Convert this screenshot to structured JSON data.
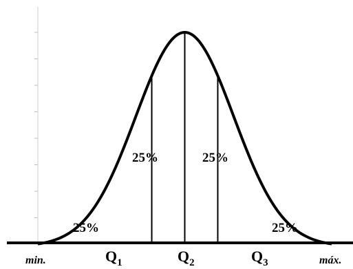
{
  "chart_data": {
    "type": "area",
    "title": "",
    "xlabel": "",
    "ylabel": "",
    "distribution": "normal",
    "x_labels": {
      "min": "min.",
      "q1": "Q",
      "q1_sub": "1",
      "q2": "Q",
      "q2_sub": "2",
      "q3": "Q",
      "q3_sub": "3",
      "max": "máx."
    },
    "x": [
      -3.0,
      -0.674,
      0.0,
      0.674,
      3.0
    ],
    "regions": [
      {
        "label": "25%",
        "value": 25
      },
      {
        "label": "25%",
        "value": 25
      },
      {
        "label": "25%",
        "value": 25
      },
      {
        "label": "25%",
        "value": 25
      }
    ],
    "xlim": [
      -3.0,
      3.0
    ],
    "grid": false,
    "colors": {
      "curve": "#000000",
      "axis": "#000000",
      "ticks": "#bbbbbb"
    }
  }
}
